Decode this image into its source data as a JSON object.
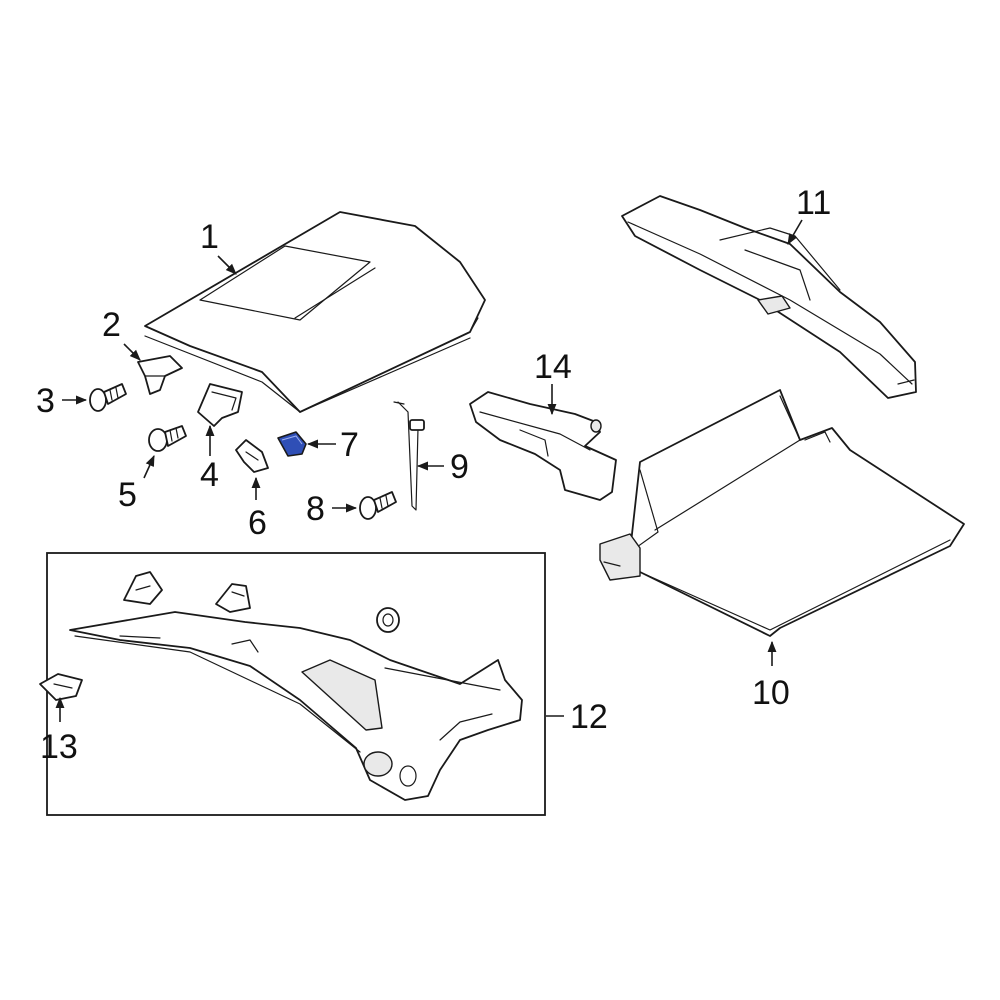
{
  "diagram": {
    "highlight_color": "#2f4fb6",
    "outline_color": "#1a1a1a",
    "callouts": {
      "c1": "1",
      "c2": "2",
      "c3": "3",
      "c4": "4",
      "c5": "5",
      "c6": "6",
      "c7": "7",
      "c8": "8",
      "c9": "9",
      "c10": "10",
      "c11": "11",
      "c12": "12",
      "c13": "13",
      "c14": "14"
    },
    "highlighted_part": "7"
  }
}
